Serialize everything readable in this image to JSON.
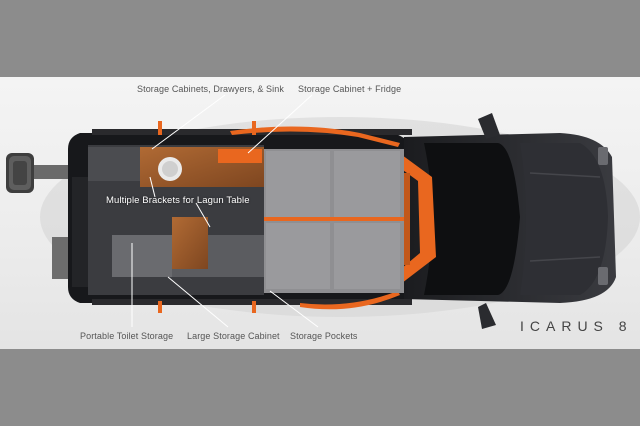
{
  "labels": {
    "storage_cabinets_sink": "Storage Cabinets, Drawyers, & Sink",
    "storage_cabinet_fridge": "Storage Cabinet + Fridge",
    "brackets_table": "Multiple Brackets for Lagun Table",
    "portable_toilet": "Portable Toilet Storage",
    "large_storage_cabinet": "Large Storage Cabinet",
    "storage_pockets": "Storage Pockets"
  },
  "brand": "ICARUS 8",
  "colors": {
    "backdrop": "#8c8c8c",
    "background": "#efefef",
    "vehicle_body": "#1e1f22",
    "accent_orange": "#e9671f",
    "wood": "#9a5a2c",
    "mattress": "#8f8f92",
    "floor": "#3b3c40",
    "label_text": "#555555"
  },
  "icons": [
    "spare-tire-icon",
    "sink-icon"
  ]
}
